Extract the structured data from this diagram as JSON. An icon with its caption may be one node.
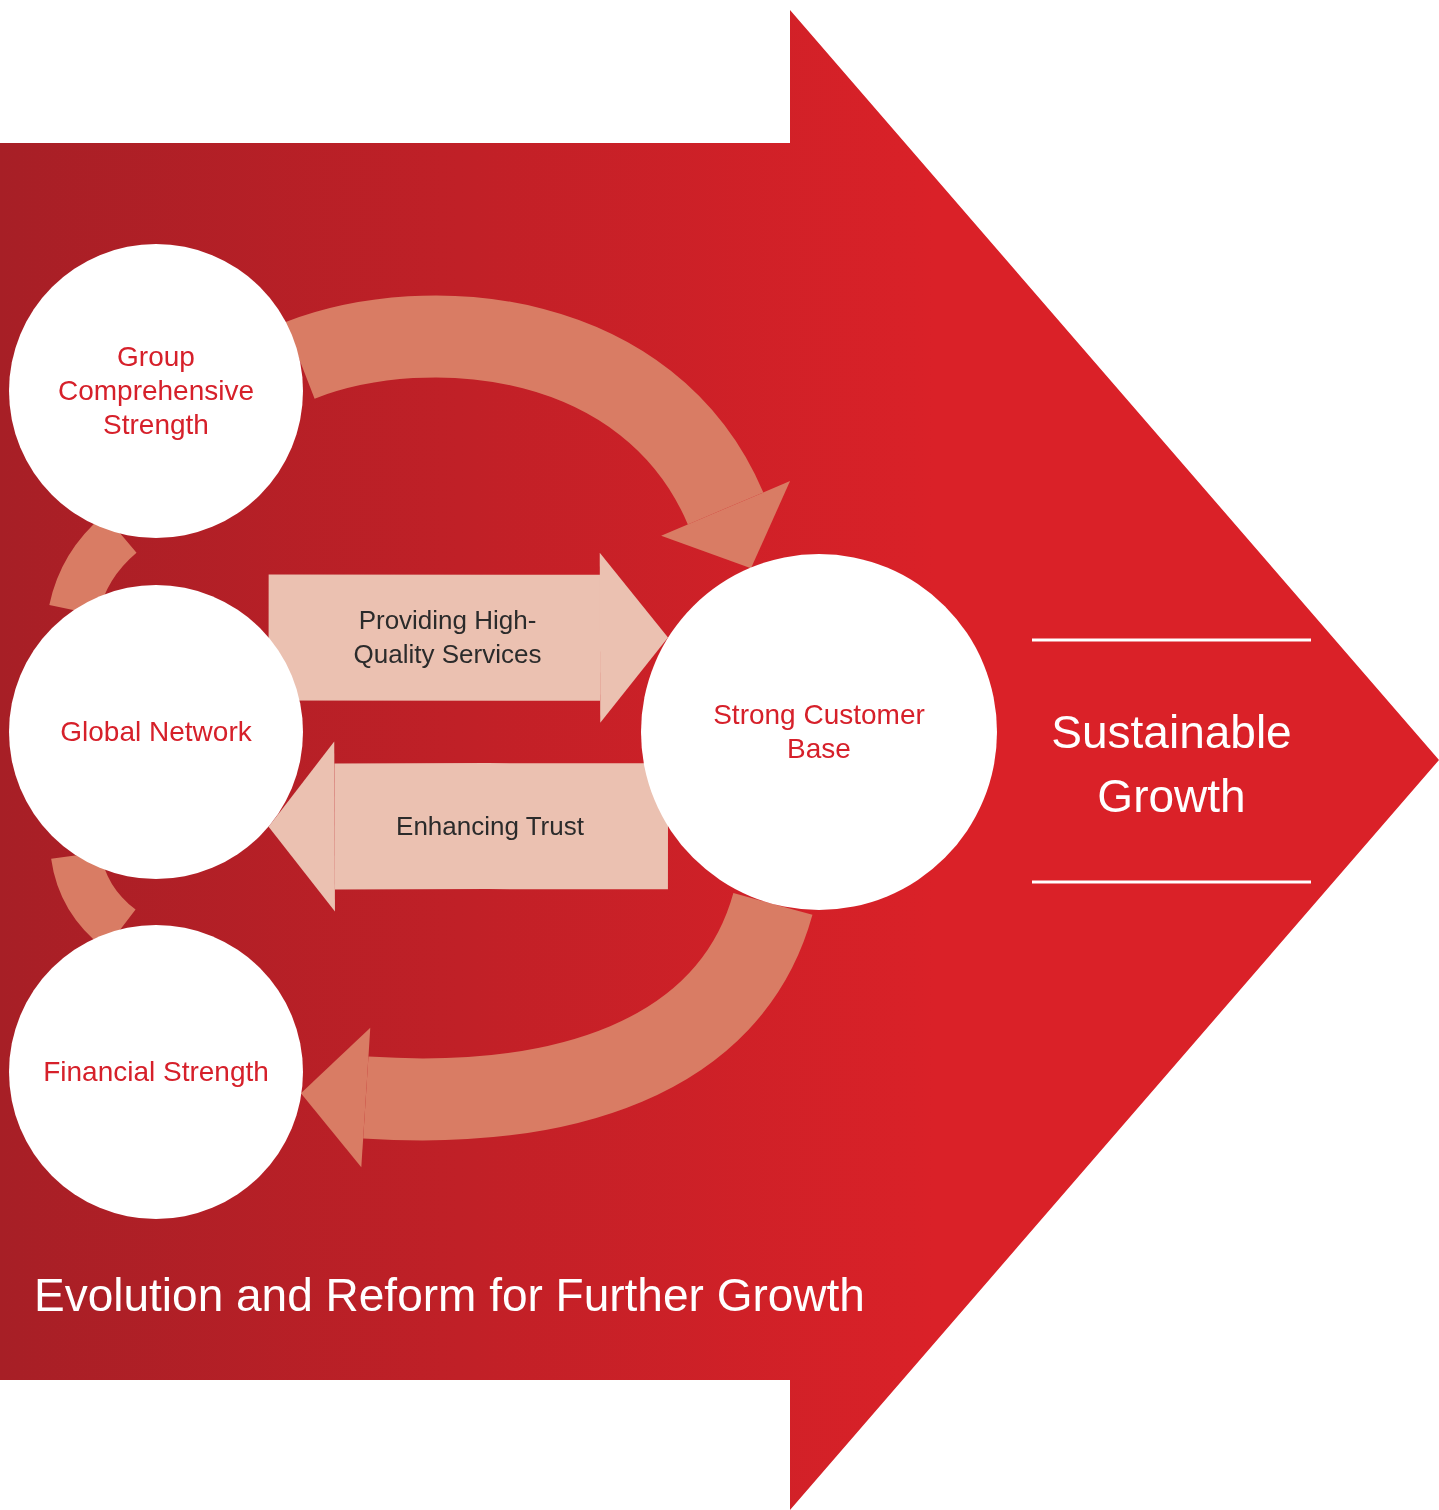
{
  "diagram": {
    "nodes": [
      {
        "text": [
          "Evolution and Reform for Further Growth",
          "Sustainable Growth"
        ]
      },
      {
        "text": [
          "Group Comprehensive Strength"
        ],
        "in": 0
      },
      {
        "text": [
          "Global Network"
        ],
        "in": 0
      },
      {
        "text": [
          "Financial Strength"
        ],
        "in": 0
      },
      {
        "text": [
          "Strong Customer Base"
        ],
        "in": 0
      }
    ],
    "edges": [
      {
        "from": 1,
        "to": 4,
        "arrow": "to"
      },
      {
        "from": 4,
        "to": 3,
        "arrow": "to"
      },
      {
        "from": 1,
        "to": 2,
        "arrow": "none"
      },
      {
        "from": 2,
        "to": 3,
        "arrow": "none"
      },
      {
        "from": 2,
        "to": 4,
        "arrow": "to",
        "label": "Providing High-Quality Services",
        "color": "#ebc1b1"
      },
      {
        "from": 4,
        "to": 2,
        "arrow": "to",
        "label": "Enhancing Trust",
        "color": "#ebc1b1"
      }
    ]
  }
}
